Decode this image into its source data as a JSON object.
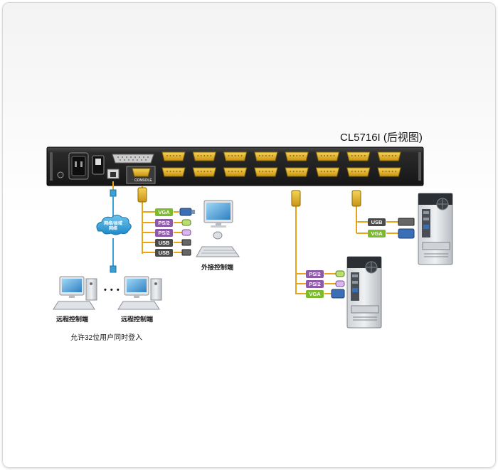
{
  "title": "CL5716I (后视图)",
  "network_label": "网络/局域网络",
  "labels": {
    "vga": "VGA",
    "ps2": "PS/2",
    "usb": "USB",
    "console": "CONSOLE",
    "local_console": "外接控制端",
    "remote_console_1": "远程控制端",
    "remote_console_2": "远程控制端",
    "ellipsis": "• • •",
    "concurrent_users": "允许32位用户同时登入"
  },
  "colors": {
    "vga": "#7cba2e",
    "ps2": "#8c5aa6",
    "usb": "#4a4a4a",
    "cable": "#e8a317",
    "network": "#3aa0d8"
  }
}
